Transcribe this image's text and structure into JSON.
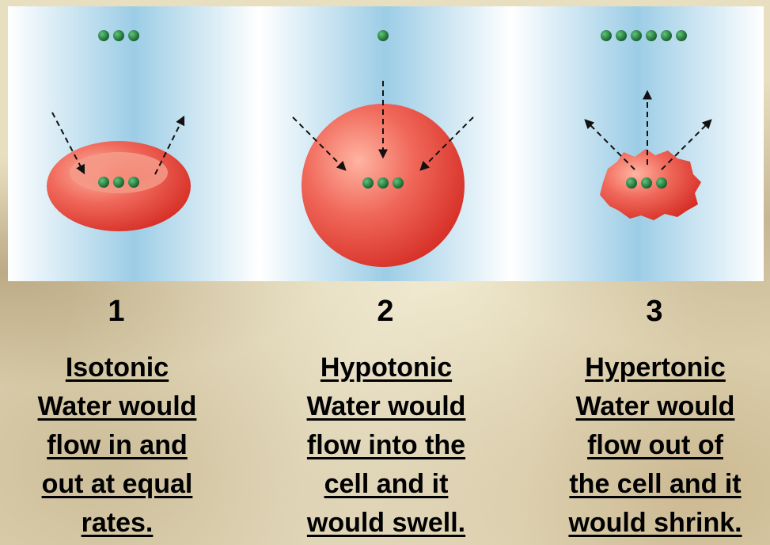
{
  "panels": [
    {
      "number": "1",
      "lines": [
        "Isotonic",
        "Water would",
        "flow in and",
        "out at equal",
        "rates."
      ]
    },
    {
      "number": "2",
      "lines": [
        "Hypotonic",
        "Water would",
        "flow into the",
        "cell and it",
        "would swell."
      ]
    },
    {
      "number": "3",
      "lines": [
        "Hypertonic",
        "Water would",
        "flow out of",
        "the cell and it",
        "would shrink."
      ]
    }
  ],
  "colors": {
    "cell_red": "#e8392f",
    "solute_green": "#1f7a3a",
    "panel_blue": "#a9d3ea"
  }
}
